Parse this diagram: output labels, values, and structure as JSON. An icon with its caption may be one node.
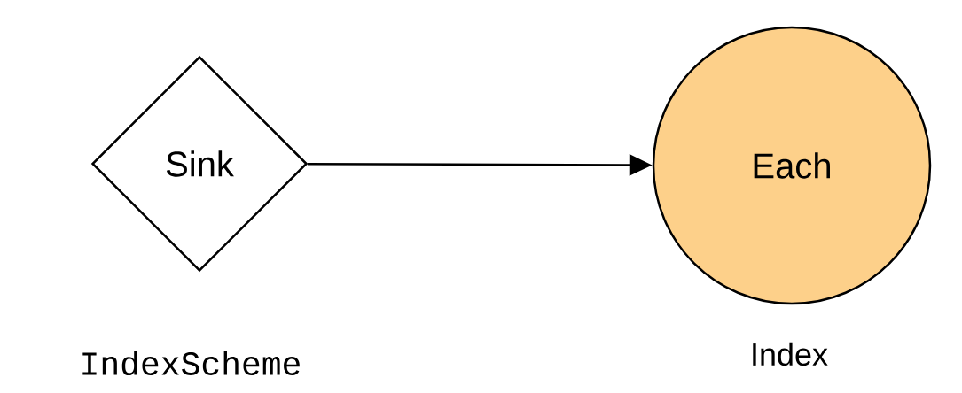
{
  "diagram": {
    "nodes": [
      {
        "text": [
          "Sink"
        ],
        "beside": [
          "IndexScheme"
        ]
      },
      {
        "text": [
          "Each"
        ],
        "beside": [
          "Index"
        ]
      }
    ],
    "edges": [
      {
        "from": 0,
        "to": 1,
        "arrow": "to"
      }
    ]
  }
}
